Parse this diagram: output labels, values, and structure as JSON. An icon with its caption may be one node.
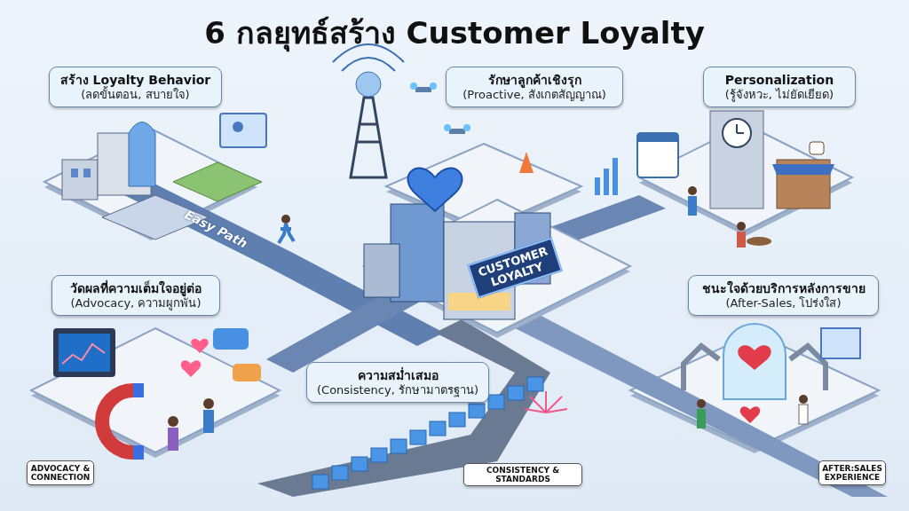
{
  "diagram": {
    "title": "6 กลยุทธ์สร้าง Customer Loyalty",
    "nodes": [
      {
        "text": [
          "สร้าง Loyalty Behavior",
          "(ลดขั้นตอน, สบายใจ)"
        ]
      },
      {
        "text": [
          "รักษาลูกค้าเชิงรุก",
          "(Proactive, สังเกตสัญญาณ)"
        ]
      },
      {
        "text": [
          "Personalization",
          "(รู้จังหวะ, ไม่ยัดเยียด)"
        ]
      },
      {
        "text": [
          "วัดผลที่ความเต็มใจอยู่ต่อ",
          "(Advocacy, ความผูกพัน)"
        ]
      },
      {
        "text": [
          "ชนะใจด้วยบริการหลังการขาย",
          "(After-Sales, โปร่งใส)"
        ]
      },
      {
        "text": [
          "ความสม่ำเสมอ",
          "(Consistency, รักษามาตรฐาน)"
        ]
      },
      {
        "text": [
          "ADVOCACY & CONNECTION"
        ]
      },
      {
        "text": [
          "CONSISTENCY & STANDARDS"
        ]
      },
      {
        "text": [
          "AFTER:SALES EXPERIENCE"
        ]
      }
    ],
    "labels": [
      "Easy Path",
      "CUSTOMER LOYALTY"
    ]
  }
}
